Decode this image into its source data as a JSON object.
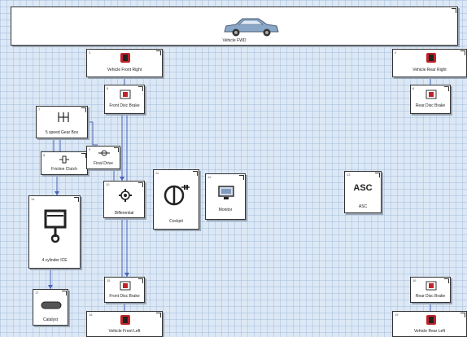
{
  "vehicle": {
    "label": "Vehicle FWD"
  },
  "blocks": {
    "vehicle_front_right": {
      "label": "Vehicle Front Right"
    },
    "vehicle_rear_right": {
      "label": "Vehicle Rear Right"
    },
    "front_disc_brake_right": {
      "label": "Front Disc Brake"
    },
    "rear_disc_brake_right": {
      "label": "Rear Disc Brake"
    },
    "gear_box": {
      "label": "5 speed Gear Box"
    },
    "friction_clutch": {
      "label": "Friction Clutch"
    },
    "final_drive": {
      "label": "Final Drive"
    },
    "differential": {
      "label": "Differential"
    },
    "cockpit": {
      "label": "Cockpit"
    },
    "monitor": {
      "label": "Monitor"
    },
    "asc": {
      "label": "ASC",
      "icon_text": "ASC"
    },
    "ice": {
      "label": "4 cylinder ICE"
    },
    "front_disc_brake_left": {
      "label": "Front Disc Brake"
    },
    "rear_disc_brake_left": {
      "label": "Rear Disc Brake"
    },
    "catalyst": {
      "label": "Catalyst"
    },
    "vehicle_front_left": {
      "label": "Vehicle Front Left"
    },
    "vehicle_rear_left": {
      "label": "Vehicle Rear Left"
    }
  },
  "colors": {
    "background": "#dce8f5",
    "wire": "#4a63b8",
    "wheel_red": "#c0242b",
    "car_body": "#8aa7c8"
  }
}
